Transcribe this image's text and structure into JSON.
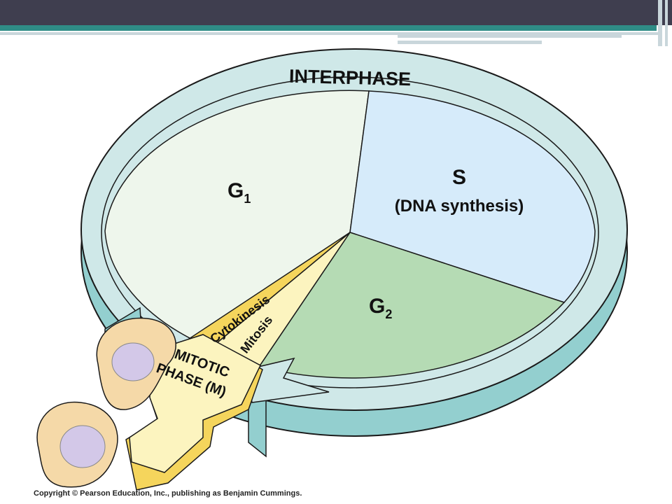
{
  "diagram": {
    "ring_label": "INTERPHASE",
    "phases": {
      "g1": {
        "main": "G",
        "sub": "1"
      },
      "s": {
        "main": "S",
        "detail": "(DNA synthesis)"
      },
      "g2": {
        "main": "G",
        "sub": "2"
      },
      "cytokinesis": "Cytokinesis",
      "mitosis": "Mitosis",
      "mitotic_line1": "MITOTIC",
      "mitotic_line2": "PHASE (M)"
    },
    "colors": {
      "ring": "#cfe8e8",
      "ring_side": "#93cfcf",
      "g1": "#eef6ec",
      "s": "#d6ebfa",
      "g2": "#b5dbb4",
      "cytokinesis": "#f5d55c",
      "mitosis": "#fcf4bf",
      "arrow": "#f5d55c",
      "cell": "#f5d9a8",
      "nucleus": "#d3c8e8"
    }
  },
  "footer": {
    "copyright": "Copyright © Pearson Education, Inc., publishing as Benjamin Cummings."
  }
}
